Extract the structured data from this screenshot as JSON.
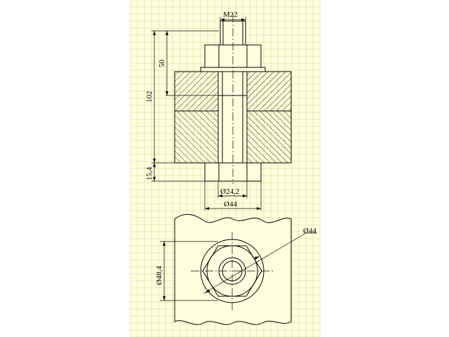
{
  "dimensions": {
    "thread": "M22",
    "nut_height": "50",
    "total_length": "102",
    "end_length": "15,4",
    "inner_diameter": "Ø24,2",
    "outer_diameter": "Ø44",
    "top_view_diameter": "Ø44",
    "hex_across_corners": "Ø48,4"
  },
  "colors": {
    "grid_line": "#d7e89a",
    "paper": "#ffffe0",
    "ink": "#000000"
  }
}
